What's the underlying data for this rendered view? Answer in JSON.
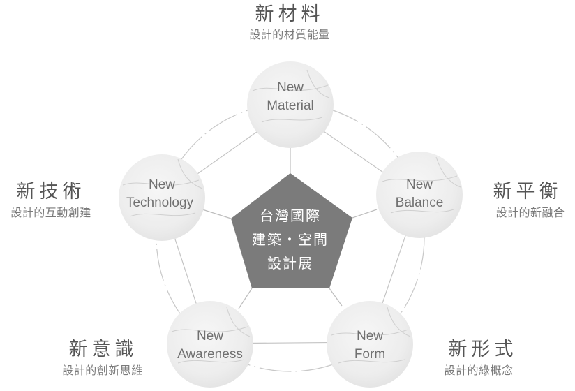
{
  "center": {
    "lines": [
      "台灣國際",
      "建築・空間",
      "設計展"
    ]
  },
  "nodes": [
    {
      "id": "material",
      "en": [
        "New",
        "Material"
      ],
      "title": "新材料",
      "subtitle": "設計的材質能量"
    },
    {
      "id": "balance",
      "en": [
        "New",
        "Balance"
      ],
      "title": "新平衡",
      "subtitle": "設計的新融合"
    },
    {
      "id": "form",
      "en": [
        "New",
        "Form"
      ],
      "title": "新形式",
      "subtitle": "設計的綠概念"
    },
    {
      "id": "awareness",
      "en": [
        "New",
        "Awareness"
      ],
      "title": "新意識",
      "subtitle": "設計的創新思維"
    },
    {
      "id": "technology",
      "en": [
        "New",
        "Technology"
      ],
      "title": "新技術",
      "subtitle": "設計的互動創建"
    }
  ],
  "colors": {
    "center_fill": "#7b7b7b",
    "marble_base": "#efefef",
    "vein": "#c9c9c9",
    "line": "#bdbdbd",
    "text_gray": "#707070"
  }
}
